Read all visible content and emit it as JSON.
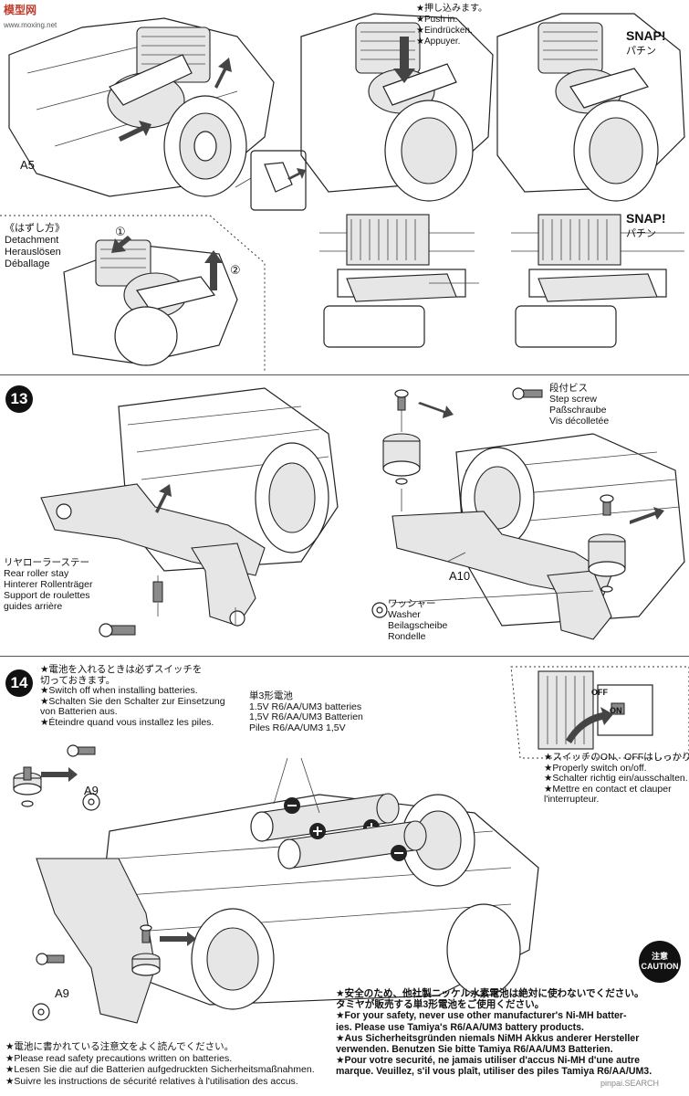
{
  "watermark": {
    "logo_text": "模型网",
    "logo_url": "www.moxing.net",
    "bottom_text": "pinpai.SEARCH"
  },
  "top": {
    "part_a5": "A5",
    "push_in": [
      "★押し込みます。",
      "★Push in.",
      "★Eindrücken.",
      "★Appuyer."
    ],
    "snap_1": "SNAP!",
    "pachin_1": "パチン",
    "snap_2": "SNAP!",
    "pachin_2": "パチン",
    "detach": [
      "《はずし方》",
      "Detachment",
      "Herauslösen",
      "Déballage"
    ],
    "step_circle_1": "①",
    "step_circle_2": "②"
  },
  "step13": {
    "number": "13",
    "rear_roller": [
      "リヤローラーステー",
      "Rear roller stay",
      "Hinterer Rollenträger",
      "Support de roulettes",
      "guides arrière"
    ],
    "step_screw": [
      "段付ビス",
      "Step screw",
      "Paßschraube",
      "Vis décolletée"
    ],
    "part_a10": "A10",
    "washer": [
      "ワッシャー",
      "Washer",
      "Beilagscheibe",
      "Rondelle"
    ]
  },
  "step14": {
    "number": "14",
    "switch_off": [
      "★電池を入れるときは必ずスイッチを",
      "切っておきます。",
      "★Switch off when installing batteries.",
      "★Schalten Sie den Schalter zur Einsetzung",
      "von Batterien aus.",
      "★Éteindre quand vous installez les piles."
    ],
    "batteries": [
      "単3形電池",
      "1.5V R6/AA/UM3 batteries",
      "1,5V R6/AA/UM3 Batterien",
      "Piles R6/AA/UM3 1,5V"
    ],
    "part_a9_top": "A9",
    "part_a9_bottom": "A9",
    "switch_off_label": "OFF",
    "switch_on_label": "ON",
    "switch_note": [
      "★スイッチのON、OFFはしっかりと！",
      "★Properly switch on/off.",
      "★Schalter richtig ein/ausschalten.",
      "★Mettre en contact et clauper",
      "l'interrupteur."
    ],
    "caution_jp": "注意",
    "caution_en": "CAUTION",
    "safety": [
      "★安全のため、他社製ニッケル水素電池は絶対に使わないでください。",
      "タミヤが販売する単3形電池をご使用ください。",
      "★For your safety, never use other manufacturer's Ni-MH batter-",
      "ies. Please use Tamiya's R6/AA/UM3 battery products.",
      "★Aus Sicherheitsgründen niemals NiMH Akkus anderer Hersteller",
      "verwenden. Benutzen Sie bitte Tamiya R6/AA/UM3 Batterien.",
      "★Pour votre securité, ne jamais utiliser d'accus Ni-MH d'une autre",
      "marque. Veuillez, s'il vous plaît, utiliser des piles Tamiya R6/AA/UM3."
    ],
    "read_precautions": [
      "★電池に書かれている注意文をよく読んでください。",
      "★Please read safety precautions written on batteries.",
      "★Lesen Sie die auf die Batterien aufgedruckten Sicherheitsmaßnahmen.",
      "★Suivre les instructions de sécurité relatives à l'utilisation des accus."
    ]
  }
}
